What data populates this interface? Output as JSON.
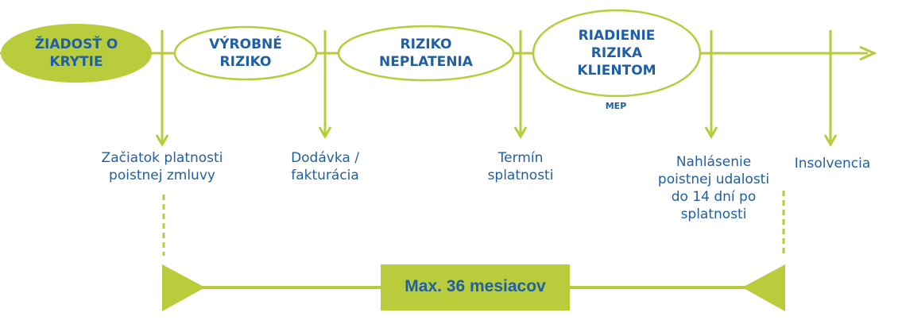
{
  "colors": {
    "green": "#b6cc3a",
    "green_fill": "#b8cc3c",
    "blue": "#1f5fa6",
    "white": "#ffffff"
  },
  "phases": [
    {
      "label": "ŽIADOSŤ O\nKRYTIE",
      "filled": true
    },
    {
      "label": "VÝROBNÉ\nRIZIKO",
      "filled": false
    },
    {
      "label": "RIZIKO\nNEPLATENIA",
      "filled": false
    },
    {
      "label": "RIADIENIE\nRIZIKA\nKLIENTOM",
      "filled": false,
      "sublabel": "MEP"
    }
  ],
  "events": [
    {
      "label": "Začiatok platnosti\npoistnej zmluvy"
    },
    {
      "label": "Dodávka /\nfakturácia"
    },
    {
      "label": "Termín\nsplatnosti"
    },
    {
      "label": "Nahlásenie\npoistnej udalosti\ndo 14 dní po\nsplatnosti"
    },
    {
      "label": "Insolvencia"
    }
  ],
  "duration": {
    "label": "Max. 36 mesiacov"
  }
}
